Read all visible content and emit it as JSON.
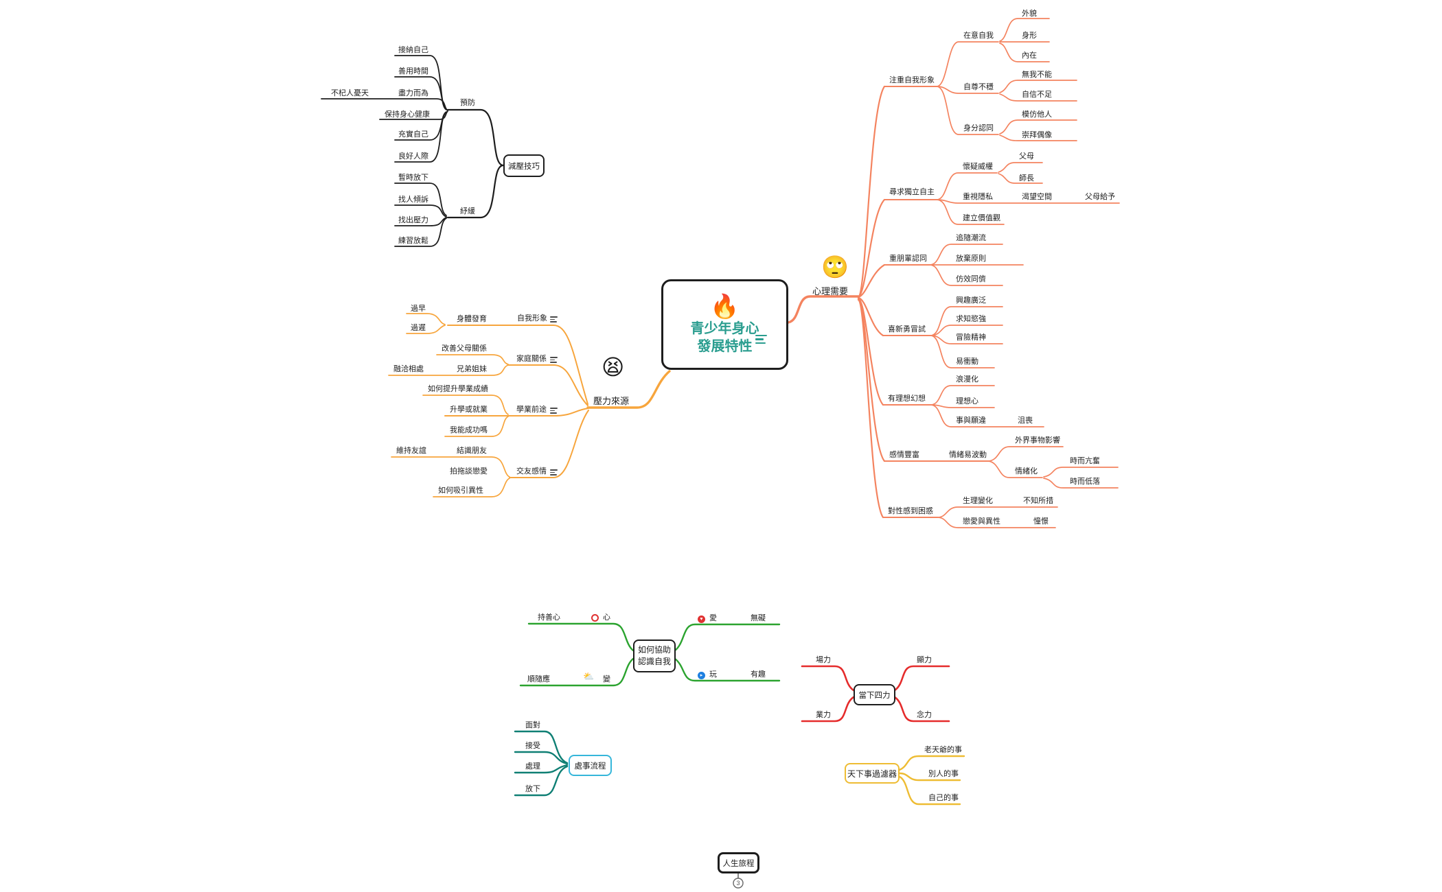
{
  "central": {
    "emoji": "🔥",
    "title_line1": "青少年身心",
    "title_line2": "發展特性",
    "accent": "#2a9d8f"
  },
  "destress": {
    "root": "減壓技巧",
    "prevent": "預防",
    "relieve": "紓緩",
    "worry": "不杞人憂天",
    "prevent_items": [
      "接納自己",
      "善用時間",
      "盡力而為",
      "保持身心健康",
      "充實自己",
      "良好人際"
    ],
    "relieve_items": [
      "暫時放下",
      "找人傾訴",
      "找出壓力",
      "練習放鬆"
    ],
    "line_color": "#1d1d1d"
  },
  "stress": {
    "label": "壓力來源",
    "emoji": "😫",
    "line_color": "#f7a53c",
    "self_image": "自我形象",
    "body_dev": "身體發育",
    "too_early": "過早",
    "too_late": "過遲",
    "family": "家庭關係",
    "improve_parents": "改善父母關係",
    "siblings": "兄弟姐妹",
    "harmony": "融洽相處",
    "study": "學業前途",
    "improve_grades": "如何提升學業成績",
    "study_or_work": "升學或就業",
    "can_succeed": "我能成功嗎",
    "social": "交友感情",
    "make_friends": "結識朋友",
    "keep_friends": "維持友誼",
    "dating": "拍拖談戀愛",
    "attract": "如何吸引異性"
  },
  "needs": {
    "label": "心理需要",
    "emoji": "🙄",
    "line_color": "#f4835f",
    "image": {
      "label": "注重自我形象",
      "care_self": "在意自我",
      "looks": "外貌",
      "figure": "身形",
      "inner": "內在",
      "esteem": "自尊不穩",
      "cannot": "無我不能",
      "lack_conf": "自信不足",
      "identity": "身分認同",
      "imitate": "模仿他人",
      "idols": "崇拜偶像"
    },
    "independence": {
      "label": "尋求獨立自主",
      "doubt": "懷疑威權",
      "parents": "父母",
      "teachers": "師長",
      "privacy": "重視隱私",
      "space": "渴望空間",
      "given": "父母給予",
      "values": "建立價值觀"
    },
    "peers": {
      "label": "重朋輩認同",
      "trends": "追隨潮流",
      "principles": "放棄原則",
      "imitate_peers": "仿效同儕"
    },
    "novelty": {
      "label": "喜新勇冒試",
      "interests": "興趣廣泛",
      "curiosity": "求知慾強",
      "adventure": "冒險精神",
      "impulsive": "易衝動"
    },
    "ideals": {
      "label": "有理想幻想",
      "romantic": "浪漫化",
      "idealistic": "理想心",
      "reality": "事與願違",
      "frustrated": "沮喪"
    },
    "emotions": {
      "label": "感情豐富",
      "volatile": "情緒易波動",
      "external": "外界事物影響",
      "moody": "情緒化",
      "high": "時而亢奮",
      "low": "時而低落"
    },
    "sex": {
      "label": "對性感到困惑",
      "physical": "生理變化",
      "lost": "不知所措",
      "love": "戀愛與異性",
      "longing": "憧憬"
    }
  },
  "helper": {
    "root_line1": "如何協助",
    "root_line2": "認識自我",
    "line_color": "#2ba32f",
    "kind": "持善心",
    "heart": "心",
    "adapt": "順隨應",
    "change": "變",
    "love": "愛",
    "unhindered": "無礙",
    "play": "玩",
    "fun": "有趣",
    "heart_marker": "♥",
    "play_marker": "▸"
  },
  "four_powers": {
    "root": "當下四力",
    "line_color": "#e52b2b",
    "field": "場力",
    "manifest": "顯力",
    "karma": "業力",
    "mind": "念力"
  },
  "process": {
    "root": "處事流程",
    "line_color": "#0f7f74",
    "border_color": "#35b6da",
    "face": "面對",
    "accept": "接受",
    "handle": "處理",
    "letgo": "放下"
  },
  "filter": {
    "root": "天下事過濾器",
    "line_color": "#eebc33",
    "god": "老天爺的事",
    "others": "別人的事",
    "own": "自己的事"
  },
  "journey": {
    "root": "人生旅程",
    "collapsed_count": "3"
  }
}
